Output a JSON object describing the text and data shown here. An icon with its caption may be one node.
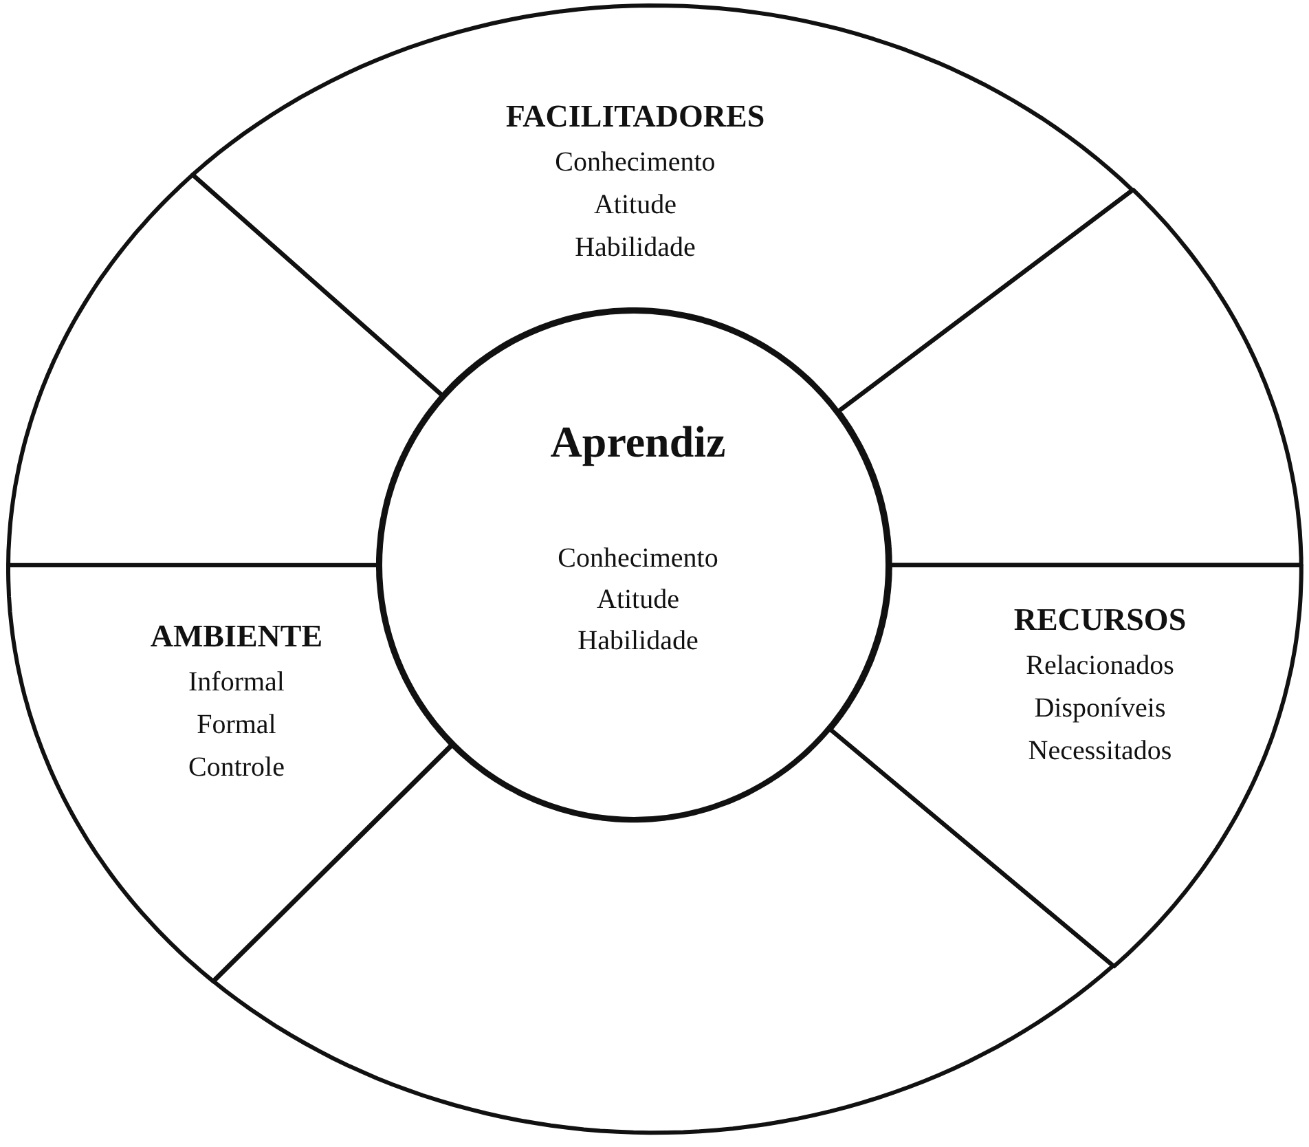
{
  "diagram": {
    "nodes": [
      {
        "text": [
          "FACILITADORES",
          "Conhecimento",
          "Atitude",
          "Habilidade"
        ]
      },
      {
        "text": [],
        "shape": "sector"
      },
      {
        "text": [],
        "shape": "sector"
      },
      {
        "text": [
          "Aprendiz",
          "Conhecimento",
          "Atitude",
          "Habilidade"
        ]
      },
      {
        "text": [
          "AMBIENTE",
          "Informal",
          "Formal",
          "Controle"
        ]
      },
      {
        "text": [
          "RECURSOS",
          "Relacionados",
          "Disponíveis",
          "Necessitados"
        ]
      },
      {
        "text": [],
        "shape": "sector"
      }
    ],
    "edges": []
  }
}
